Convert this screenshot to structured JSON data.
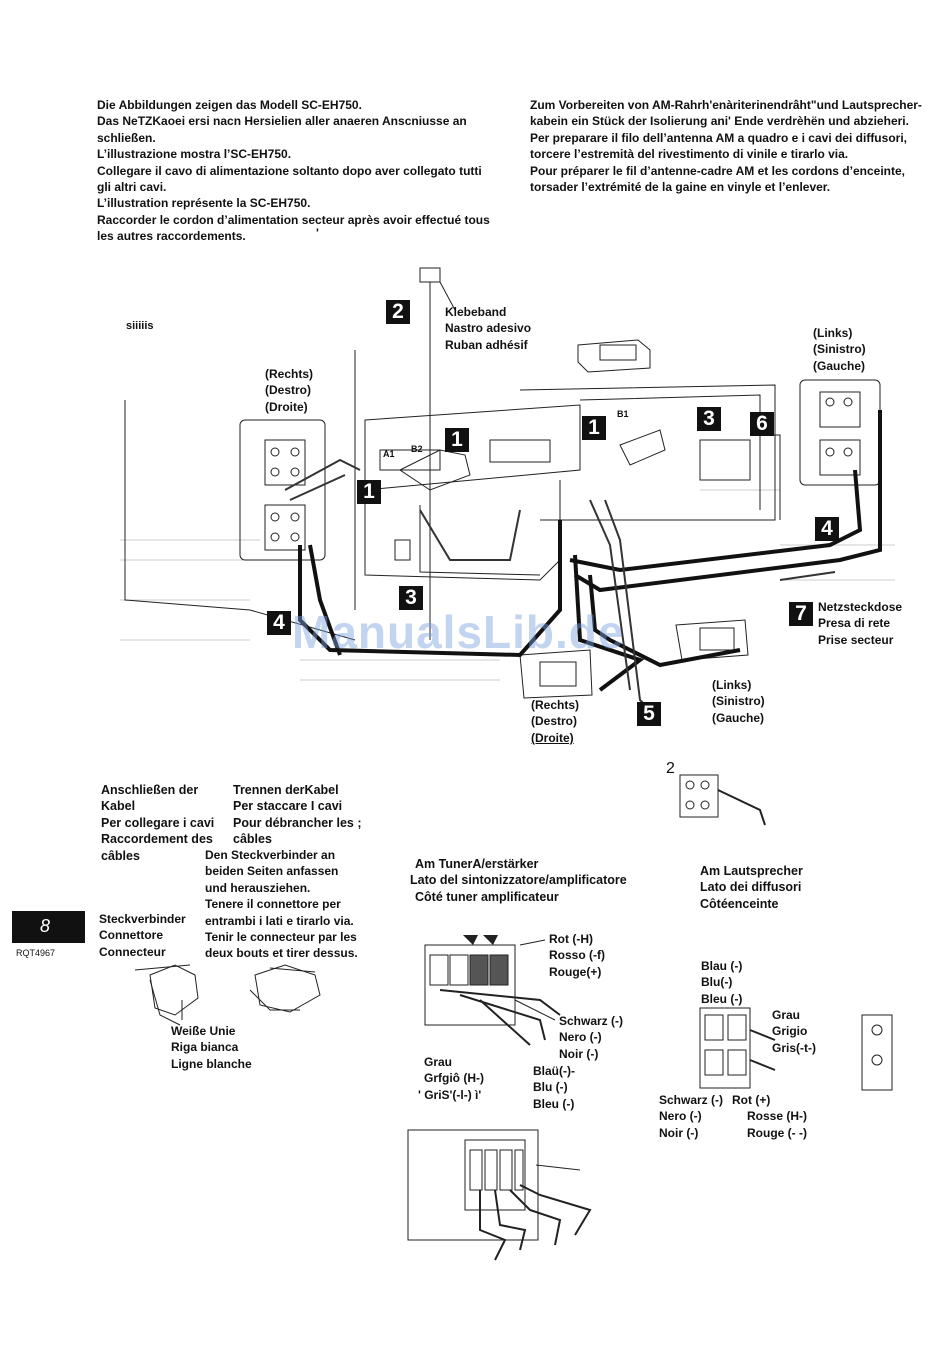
{
  "intro_left": [
    "Die Abbildungen zeigen das Modell SC-EH750.",
    "Das NeTZKaoei ersi nacn Hersielien aller anaeren Anscniusse an",
    "schließen.",
    "L’illustrazione mostra l’SC-EH750.",
    "Collegare il cavo di alimentazione soltanto dopo aver collegato tutti",
    "gli altri cavi.",
    "L’illustration représente la SC-EH750.",
    "Raccorder le cordon d’alimentation secteur après avoir effectué tous",
    "les autres raccordements."
  ],
  "intro_right": [
    "Zum Vorbereiten von AM-Rahrh'enàriterinendrâht\"und Lautsprecher-",
    "kabein ein Stück der Isolierung ani' Ende verdrèhën und abzieheri.",
    "Per preparare il filo dell’antenna AM a quadro e i cavi dei diffusori,",
    "torcere l’estremità del rivestimento di vinile e tirarlo via.",
    "Pour préparer le fil d’antenne-cadre AM et les cordons d’enceinte,",
    "torsader l’extrémité de la gaine en vinyle et l’enlever."
  ],
  "stray_mark": "'",
  "labels": {
    "tape": [
      "Klebeband",
      "Nastro adesivo",
      "Ruban adhésif"
    ],
    "siiiiis": "siiiiis",
    "right_top": [
      "(Rechts)",
      "(Destro)",
      "(Droite)"
    ],
    "left_top": [
      "(Links)",
      "(Sinistro)",
      "(Gauche)"
    ],
    "mains": [
      "Netzsteckdose",
      "Presa di rete",
      "Prise secteur"
    ],
    "right_bottom": [
      "(Rechts)",
      "(Destro)",
      "(Droite)"
    ],
    "left_bottom": [
      "(Links)",
      "(Sinistro)",
      "(Gauche)"
    ],
    "a1": "A1",
    "b2": "B2",
    "b1": "B1"
  },
  "steps": [
    "1",
    "1",
    "1",
    "2",
    "3",
    "3",
    "4",
    "4",
    "5",
    "6",
    "7"
  ],
  "watermark": "ManualsLib.de",
  "connect_heading": [
    "Anschließen der",
    "Kabel",
    "Per collegare i cavi",
    "Raccordement des",
    "câbles"
  ],
  "disconnect_heading": [
    "Trennen derKabel",
    "Per staccare I cavi",
    "Pour débrancher les ;",
    "câbles"
  ],
  "disconnect_text": [
    "Den Steckverbinder an",
    "beiden Seiten anfassen",
    "und herausziehen.",
    "Tenere il connettore per",
    "entrambi i lati e tirarlo via.",
    "Tenir le connecteur par les",
    "deux bouts et tirer dessus."
  ],
  "connector": [
    "Steckverbinder",
    "Connettore",
    "Connecteur"
  ],
  "white_line": [
    "Weiße Unie",
    "Riga bianca",
    "Ligne blanche"
  ],
  "step2_marker": "2",
  "tuner": [
    "Am TunerA/erstärker",
    "Lato del sintonizzatore/amplificatore",
    "Côté tuner amplificateur"
  ],
  "speaker_side": [
    "Am Lautsprecher",
    "Lato dei diffusori",
    "Côtéenceinte"
  ],
  "red_plus": [
    "Rot (-H)",
    "Rosso (-f)",
    "Rouge(+)"
  ],
  "black_minus": [
    "Schwarz (-)",
    "Nero (-)",
    "Noir (-)"
  ],
  "grey_left": [
    "Grau",
    "Grfgiô (H-)",
    "' GriS'(-l-) ì'"
  ],
  "blue_minus_mid": [
    "Blaü(-)-",
    "Blu (-)",
    "Bleu (-)"
  ],
  "blue_minus_right": [
    "Blau (-)",
    "Blu(-)",
    "Bleu (-)"
  ],
  "grey_right": [
    "Grau",
    "Grigio",
    "Gris(-t-)"
  ],
  "black_right": [
    "Schwarz (-)",
    "Nero (-)",
    "Noir (-)"
  ],
  "red_right": [
    "Rot (+)",
    "Rosse (H-)",
    "Rouge (-  -)"
  ],
  "page_number": "8",
  "doc_code": "RQT4967"
}
